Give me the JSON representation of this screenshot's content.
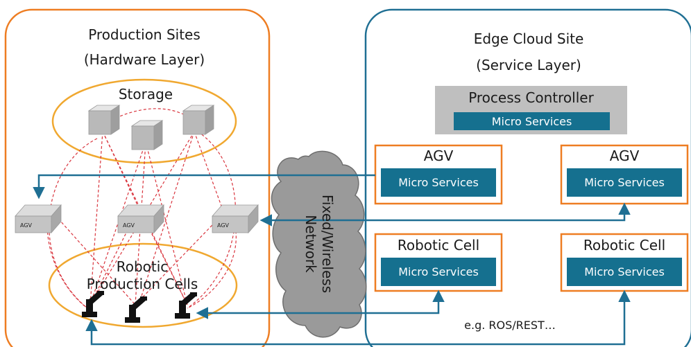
{
  "production": {
    "title": "Production Sites",
    "subtitle": "(Hardware Layer)",
    "storage_label": "Storage",
    "cells_label_line1": "Robotic",
    "cells_label_line2": "Production Cells",
    "agv_tag": "AGV"
  },
  "network": {
    "line1": "Fixed/Wireless",
    "line2": "Network"
  },
  "edge": {
    "title": "Edge Cloud Site",
    "subtitle": "(Service Layer)",
    "process_controller": "Process Controller",
    "micro_services": "Micro Services",
    "agv": "AGV",
    "robotic_cell": "Robotic Cell",
    "protocol_note": "e.g. ROS/REST…"
  },
  "colors": {
    "orange": "#ee7d22",
    "blue": "#1f6f93",
    "teal": "#15708f",
    "gray_box": "#bfbfbf",
    "storage_ring": "#f0a830",
    "dashed": "#d9343d"
  }
}
